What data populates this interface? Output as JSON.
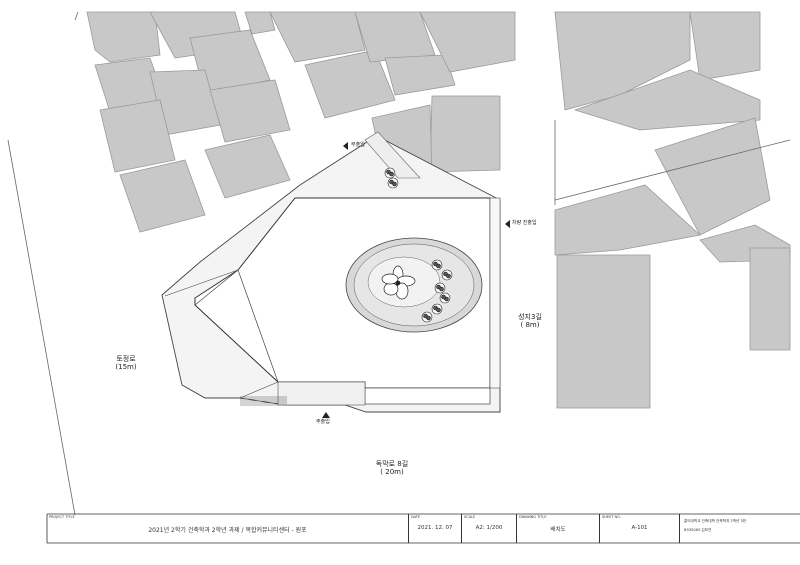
{
  "streets": {
    "west_name": "토정로",
    "west_width": "(15m)",
    "east_name": "성지3길",
    "east_width": "( 8m)",
    "south_name": "독막로 8길",
    "south_width": "( 20m)"
  },
  "entrances": {
    "sub": "부출입",
    "parking": "차량 진출입",
    "main": "주출입"
  },
  "title_block": {
    "project_title_header": "PROJECT TITLE",
    "project_title": "2021년 2학기 건축학과 2학년 과제 / 복합커뮤니티센터 - 원포",
    "date_header": "DATE",
    "date": "2021. 12. 07",
    "scale_header": "SCALE",
    "scale": "A2: 1/200",
    "drawing_title_header": "DRAWING TITLE",
    "drawing_title": "배치도",
    "sheet_no_header": "SHEET NO.",
    "sheet_no": "A-101",
    "school": "홍익대학교 건축대학 건축학과 2학년 3반",
    "student": "B935063 김보연"
  },
  "colors": {
    "building_fill": "#c8c8c8",
    "building_stroke": "#9a9a9a",
    "line": "#444444",
    "plaza": "#dedede"
  }
}
